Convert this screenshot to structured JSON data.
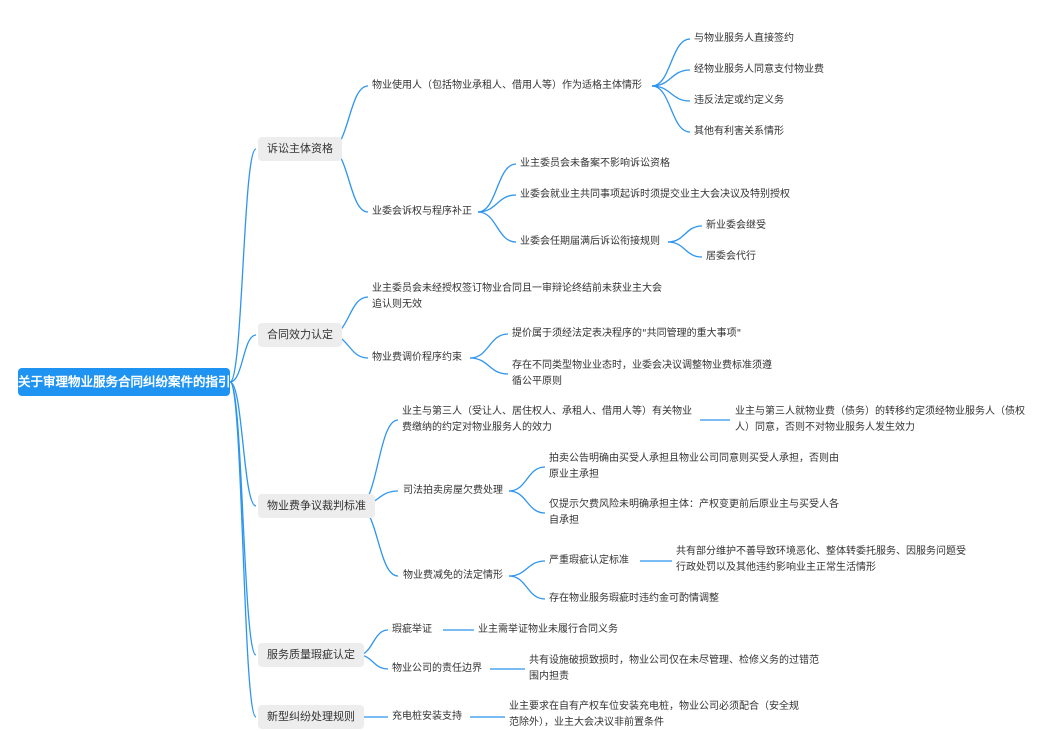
{
  "root": "关于审理物业服务合同纠纷案件的指引",
  "branches": [
    {
      "label": "诉讼主体资格",
      "children": [
        {
          "label": "物业使用人（包括物业承租人、借用人等）作为适格主体情形",
          "children": [
            "与物业服务人直接签约",
            "经物业服务人同意支付物业费",
            "违反法定或约定义务",
            "其他有利害关系情形"
          ]
        },
        {
          "label": "业委会诉权与程序补正",
          "children": [
            "业主委员会未备案不影响诉讼资格",
            "业委会就业主共同事项起诉时须提交业主大会决议及特别授权",
            {
              "label": "业委会任期届满后诉讼衔接规则",
              "children": [
                "新业委会继受",
                "居委会代行"
              ]
            }
          ]
        }
      ]
    },
    {
      "label": "合同效力认定",
      "children": [
        "业主委员会未经授权签订物业合同且一审辩论终结前未获业主大会追认则无效",
        {
          "label": "物业费调价程序约束",
          "children": [
            "提价属于须经法定表决程序的\"共同管理的重大事项\"",
            "存在不同类型物业业态时，业委会决议调整物业费标准须遵循公平原则"
          ]
        }
      ]
    },
    {
      "label": "物业费争议裁判标准",
      "children": [
        {
          "label": "业主与第三人（受让人、居住权人、承租人、借用人等）有关物业费缴纳的约定对物业服务人的效力",
          "children": [
            "业主与第三人就物业费（债务）的转移约定须经物业服务人（债权人）同意，否则不对物业服务人发生效力"
          ]
        },
        {
          "label": "司法拍卖房屋欠费处理",
          "children": [
            "拍卖公告明确由买受人承担且物业公司同意则买受人承担，否则由原业主承担",
            "仅提示欠费风险未明确承担主体：产权变更前后原业主与买受人各自承担"
          ]
        },
        {
          "label": "物业费减免的法定情形",
          "children": [
            {
              "label": "严重瑕疵认定标准",
              "children": [
                "共有部分维护不善导致环境恶化、整体转委托服务、因服务问题受行政处罚以及其他违约影响业主正常生活情形"
              ]
            },
            "存在物业服务瑕疵时违约金可酌情调整"
          ]
        }
      ]
    },
    {
      "label": "服务质量瑕疵认定",
      "children": [
        {
          "label": "瑕疵举证",
          "children": [
            "业主需举证物业未履行合同义务"
          ]
        },
        {
          "label": "物业公司的责任边界",
          "children": [
            "共有设施破损致损时，物业公司仅在未尽管理、检修义务的过错范围内担责"
          ]
        }
      ]
    },
    {
      "label": "新型纠纷处理规则",
      "children": [
        {
          "label": "充电桩安装支持",
          "children": [
            "业主要求在自有产权车位安装充电桩，物业公司必须配合（安全规范除外），业主大会决议非前置条件"
          ]
        }
      ]
    }
  ],
  "colors": {
    "root": "#1f93f2",
    "line": "#2e95ef",
    "box": "#ededed"
  }
}
